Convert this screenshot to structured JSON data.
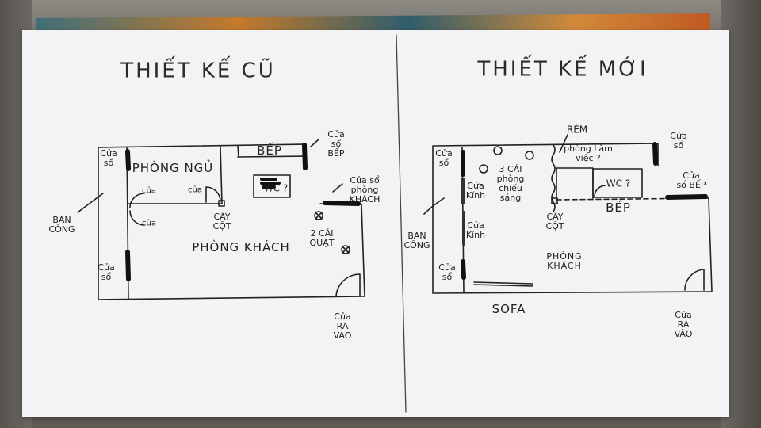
{
  "colors": {
    "paper": "#f3f3f5",
    "ink": "#1e1e1e",
    "background": "#5e5a55"
  },
  "old_design": {
    "title": "THIẾT KẾ CŨ",
    "labels": {
      "window_topleft": "Cửa\nsổ",
      "bedroom": "PHÒNG NGỦ",
      "kitchen": "BẾP",
      "kitchen_window": "Cửa\nsổ\nBẾP",
      "wc": "WC ?",
      "living_window": "Cửa sổ\nphòng\nKHÁCH",
      "balcony": "BAN\nCÔNG",
      "door_a": "cửa",
      "door_b": "cửa",
      "door_c": "cửa",
      "column": "CÂY\nCỘT",
      "living_room": "PHÒNG KHÁCH",
      "fans": "2 CÁI\nQUẠT",
      "window_bottomleft": "Cửa\nsổ",
      "entrance": "Cửa\nRA\nVÀO"
    }
  },
  "new_design": {
    "title": "THIẾT KẾ MỚI",
    "labels": {
      "curtain": "RÈM",
      "window_topleft": "Cửa\nsổ",
      "lights": "3 CÁI\nphòng\nchiếu\nsáng",
      "office": "phòng Làm\nviệc ?",
      "window_topright": "Cửa\nsổ",
      "wc": "WC ?",
      "kitchen_window": "Cửa\nsổ BẾP",
      "glass_door_1": "Cửa\nKính",
      "glass_door_2": "Cửa\nKính",
      "column": "CÂY\nCỘT",
      "kitchen": "BẾP",
      "balcony": "BAN\nCÔNG",
      "living_room": "PHÒNG\nKHÁCH",
      "window_bottomleft": "Cửa\nsổ",
      "sofa": "SOFA",
      "entrance": "Cửa\nRA\nVÀO"
    }
  }
}
